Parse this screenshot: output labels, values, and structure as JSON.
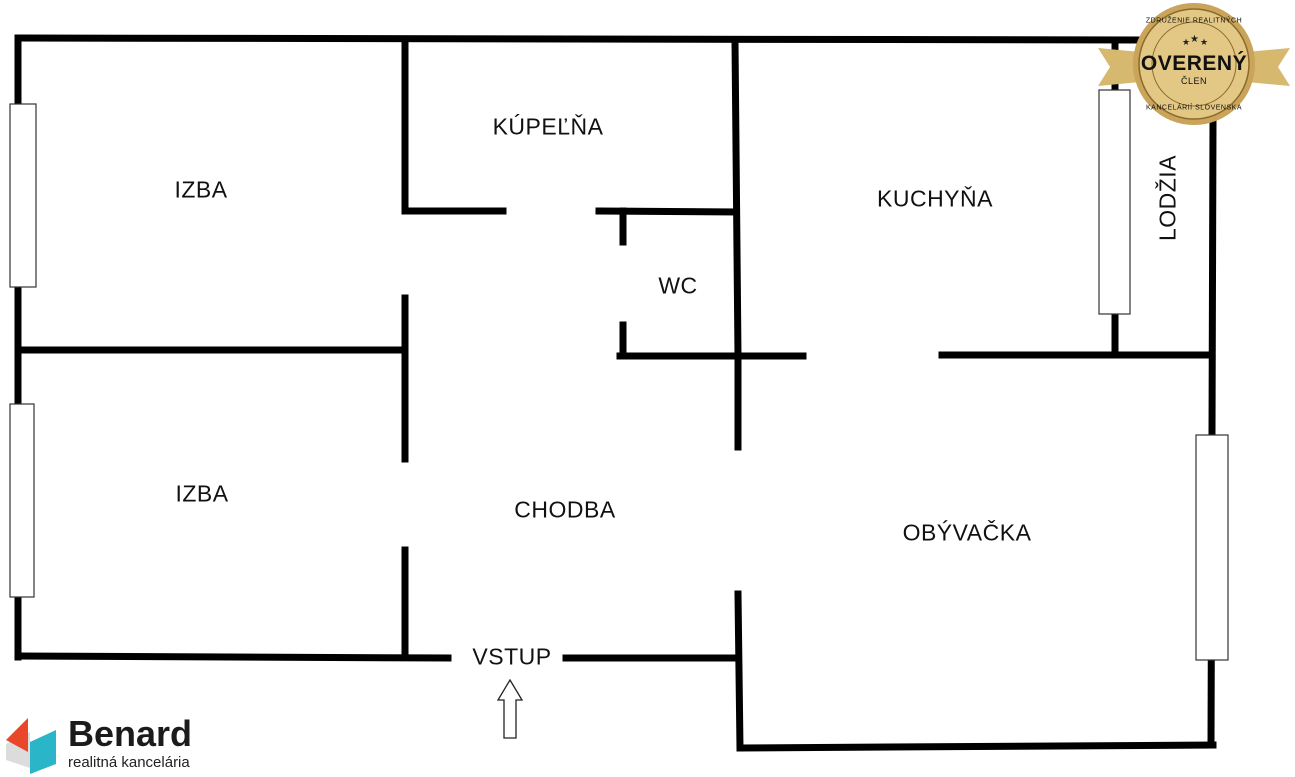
{
  "rooms": {
    "izba_top": "IZBA",
    "kupelna": "KÚPEĽŇA",
    "kuchyna": "KUCHYŇA",
    "lodzia": "LODŽIA",
    "wc": "WC",
    "izba_bottom": "IZBA",
    "chodba": "CHODBA",
    "obyvacka": "OBÝVAČKA",
    "vstup": "VSTUP"
  },
  "badge": {
    "top_text": "ZDRUŽENIE REALITNÝCH",
    "main_text": "OVERENÝ",
    "sub_text": "ČLEN",
    "bottom_text": "KANCELÁRIÍ SLOVENSKA"
  },
  "brand": {
    "name": "Benard",
    "tagline": "realitná kancelária"
  },
  "colors": {
    "wall": "#000000",
    "gold": "#d4b06a",
    "logo_red": "#e8472a",
    "logo_teal": "#2bb5c8"
  }
}
